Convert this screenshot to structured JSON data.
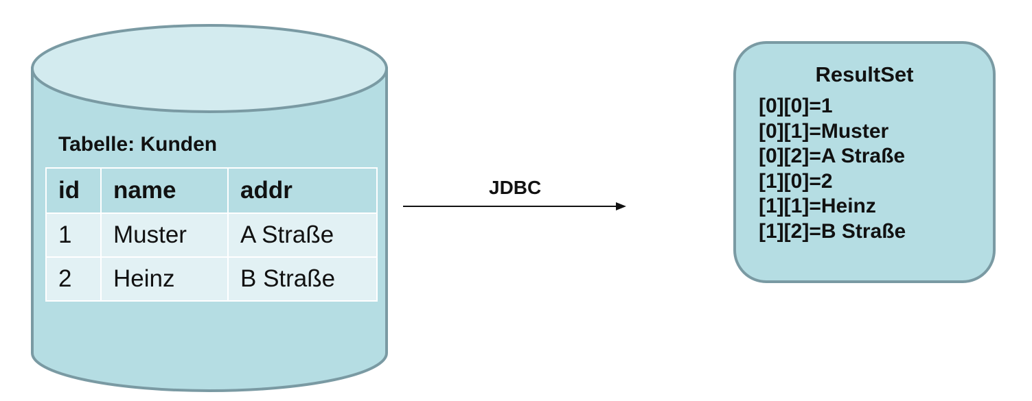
{
  "database": {
    "table_caption": "Tabelle: Kunden",
    "columns": [
      "id",
      "name",
      "addr"
    ],
    "rows": [
      [
        "1",
        "Muster",
        "A Straße"
      ],
      [
        "2",
        "Heinz",
        "B Straße"
      ]
    ]
  },
  "arrow": {
    "label": "JDBC"
  },
  "resultset": {
    "title": "ResultSet",
    "entries": [
      "[0][0]=1",
      "[0][1]=Muster",
      "[0][2]=A Straße",
      "[1][0]=2",
      "[1][1]=Heinz",
      "[1][2]=B Straße"
    ]
  },
  "colors": {
    "cylinder_fill": "#b5dde3",
    "cylinder_top_fill": "#d3ebef",
    "cylinder_stroke": "#7a9aa3",
    "header_cell": "#b5dde3",
    "body_cell": "#e2f1f4",
    "resultset_fill": "#b5dde3"
  }
}
